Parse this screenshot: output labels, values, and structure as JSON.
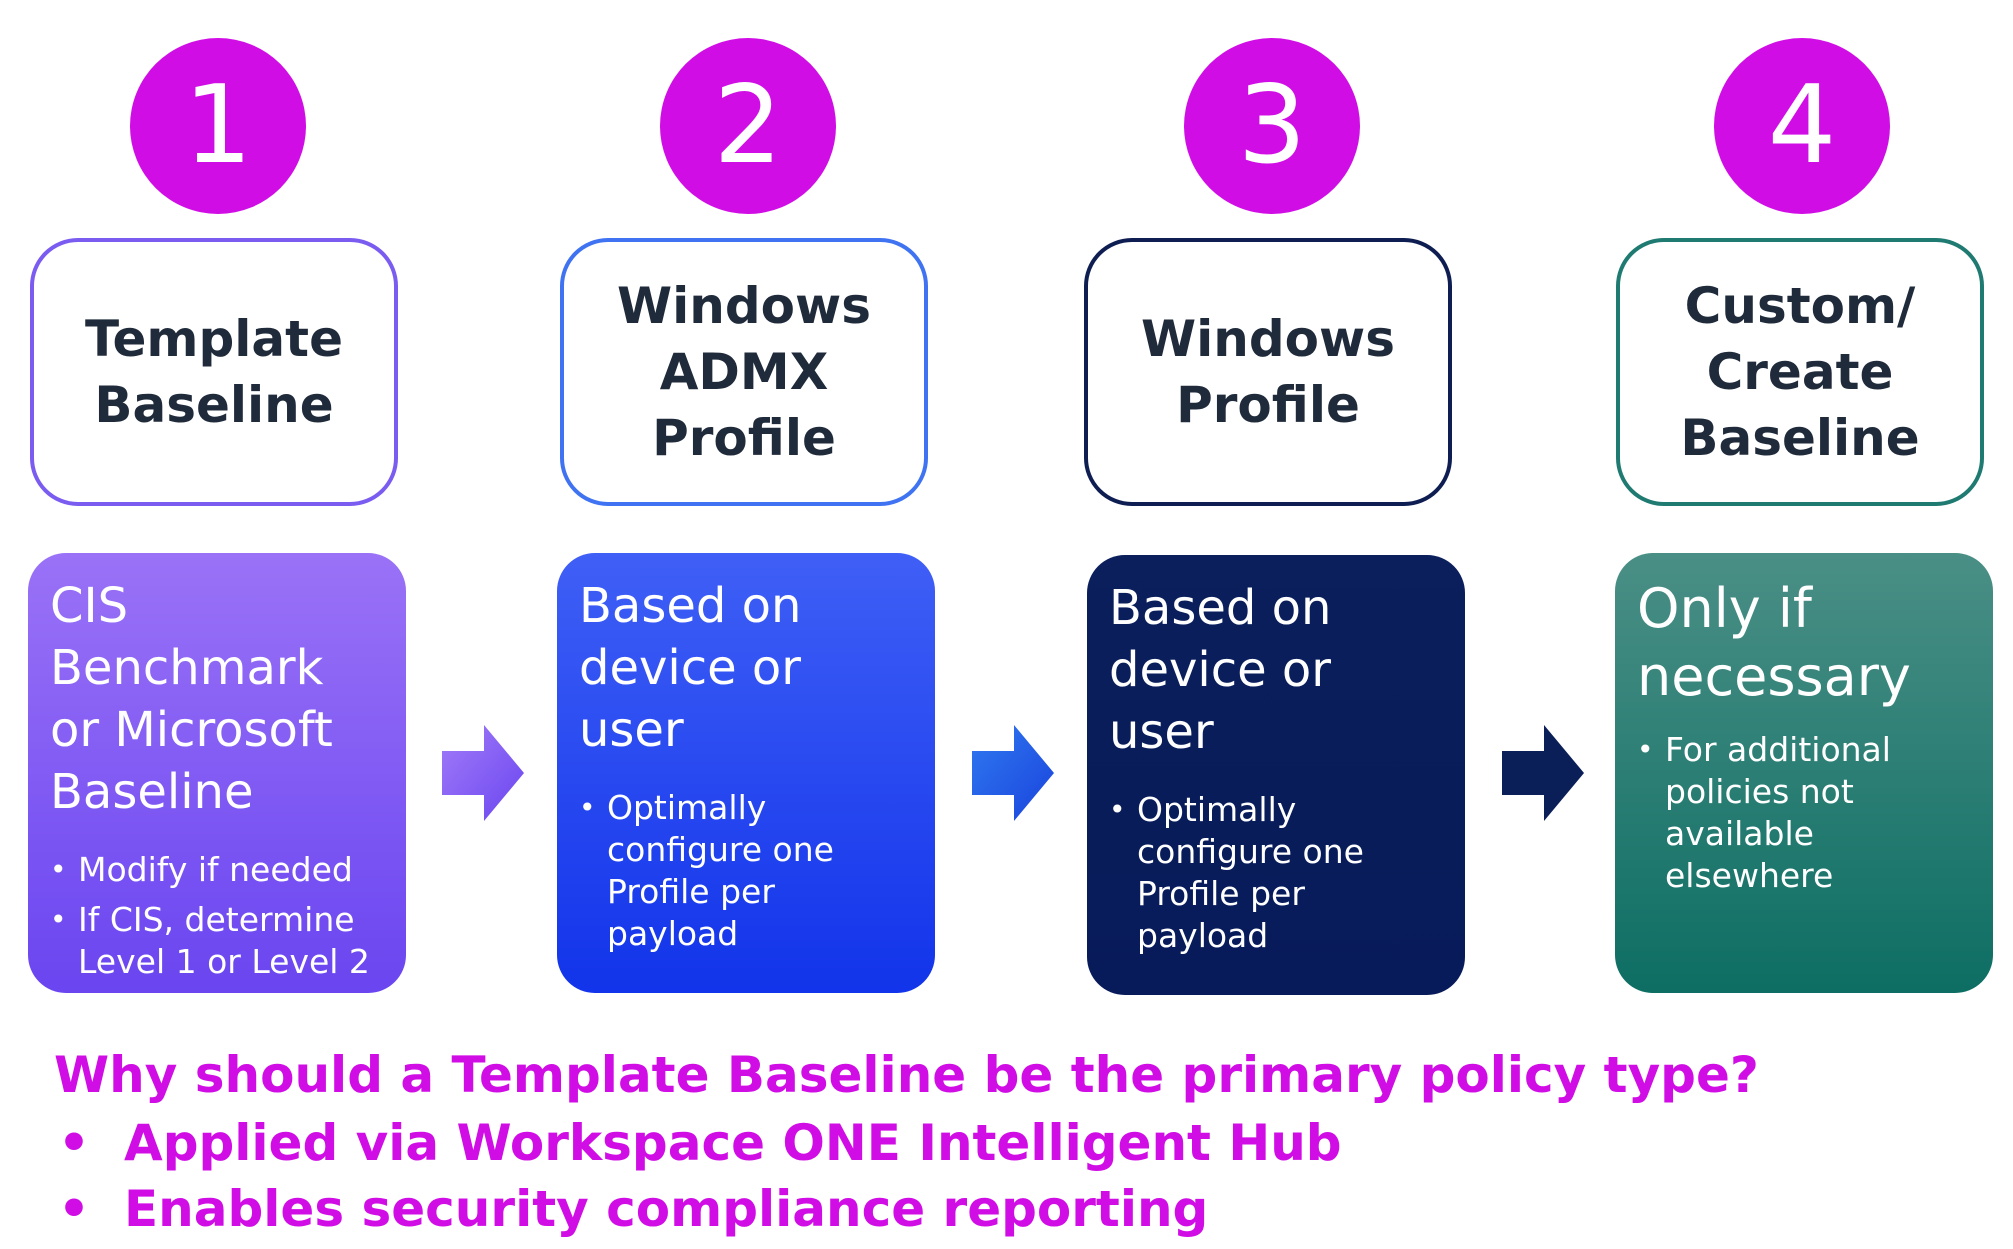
{
  "steps": [
    {
      "number": "1",
      "title_lines": [
        "Template",
        "Baseline"
      ],
      "description": "CIS Benchmark or Microsoft Baseline",
      "bullets": [
        "Modify if needed",
        "If CIS, determine Level 1 or Level 2"
      ],
      "border_color": "#7b5cf0",
      "fill_top": "#9a72f7",
      "fill_bottom": "#6a45f0"
    },
    {
      "number": "2",
      "title_lines": [
        "Windows",
        "ADMX",
        "Profile"
      ],
      "description": "Based on device or user",
      "bullets": [
        "Optimally configure one Profile per payload"
      ],
      "border_color": "#3f73f2",
      "fill_top": "#3f5ff6",
      "fill_bottom": "#1234ea"
    },
    {
      "number": "3",
      "title_lines": [
        "Windows",
        "Profile"
      ],
      "description": "Based on device or user",
      "bullets": [
        "Optimally configure one Profile per payload"
      ],
      "border_color": "#0f1e52",
      "fill_top": "#0b1f5c",
      "fill_bottom": "#071a59"
    },
    {
      "number": "4",
      "title_lines": [
        "Custom/",
        "Create",
        "Baseline"
      ],
      "description": "Only if necessary",
      "bullets": [
        "For additional policies not available elsewhere"
      ],
      "border_color": "#1f7a72",
      "fill_top": "#4a8f86",
      "fill_bottom": "#0d6e63"
    }
  ],
  "arrows": [
    {
      "color_start": "#a27cf8",
      "color_end": "#6a45f0"
    },
    {
      "color_start": "#2f79f0",
      "color_end": "#1a43dd"
    },
    {
      "color_start": "#0a1f5e",
      "color_end": "#091a4f"
    }
  ],
  "footer": {
    "question": "Why should a Template Baseline be the primary policy type?",
    "reasons": [
      "Applied via Workspace ONE Intelligent Hub",
      "Enables security compliance reporting"
    ],
    "color": "#d10de6"
  }
}
